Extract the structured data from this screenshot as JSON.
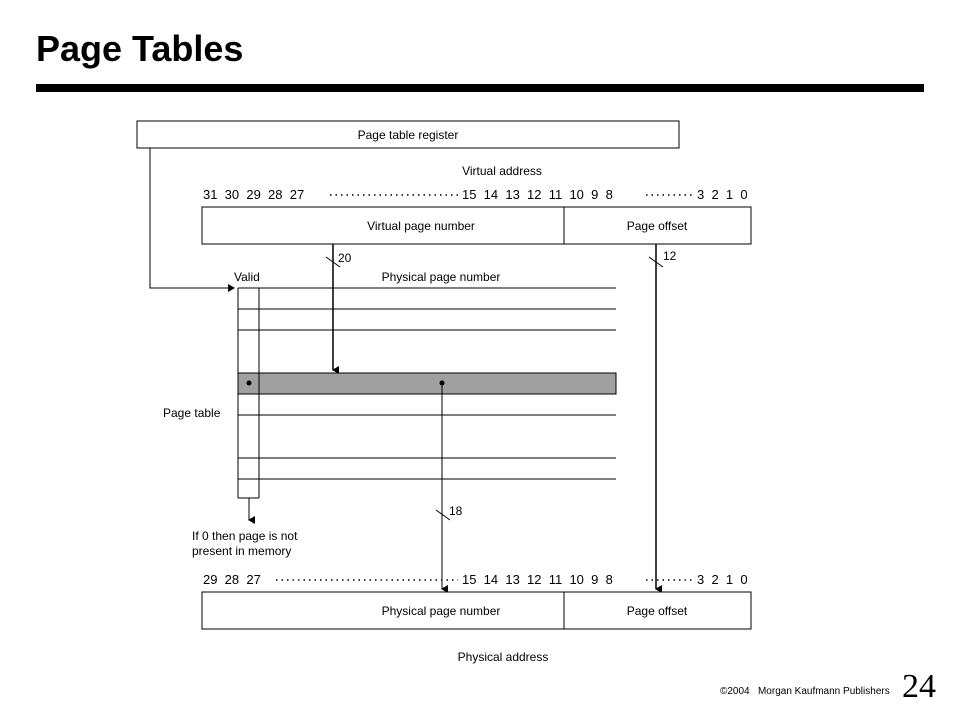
{
  "title": "Page Tables",
  "page_number": "24",
  "footer": {
    "copyright_symbol": "©",
    "year_suffix": "2004",
    "publisher": "Morgan Kaufmann Publishers"
  },
  "diagram": {
    "page_table_register": "Page table register",
    "virtual_address_label": "Virtual address",
    "virtual_bits_high": "31  30  29  28  27",
    "virtual_bits_mid": "15  14  13  12  11  10  9  8",
    "virtual_bits_low": "3  2  1  0",
    "virtual_page_number": "Virtual page number",
    "virtual_page_offset": "Page offset",
    "vpn_width": "20",
    "offset_width": "12",
    "valid_header": "Valid",
    "ppn_header": "Physical page number",
    "page_table_label": "Page table",
    "ppn_width": "18",
    "invalid_note_line1": "If 0 then page is not",
    "invalid_note_line2": "present in memory",
    "physical_bits_high": "29  28  27",
    "physical_bits_mid": "15  14  13  12  11  10  9  8",
    "physical_bits_low": "3  2  1  0",
    "physical_page_number": "Physical page number",
    "physical_page_offset": "Page offset",
    "physical_address_label": "Physical address",
    "colors": {
      "highlight_row": "#a0a0a0",
      "line": "#000000"
    }
  }
}
